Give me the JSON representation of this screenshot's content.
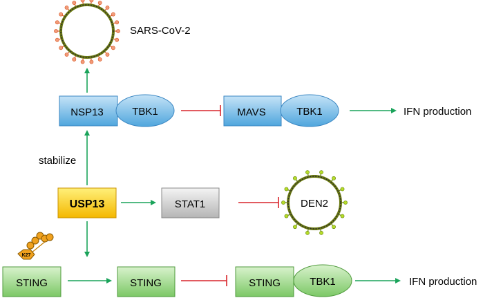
{
  "virus_sars": {
    "label": "SARS-CoV-2"
  },
  "virus_den": {
    "label": "DEN2"
  },
  "nodes": {
    "nsp13": "NSP13",
    "tbk1_top": "TBK1",
    "mavs": "MAVS",
    "tbk1_mavs": "TBK1",
    "usp13": "USP13",
    "stat1": "STAT1",
    "sting_left": "STING",
    "sting_mid": "STING",
    "sting_right": "STING",
    "tbk1_bottom": "TBK1"
  },
  "labels": {
    "stabilize": "stabilize",
    "ifn_top": "IFN production",
    "ifn_bottom": "IFN production",
    "ubiquitin_linkage": "K27"
  },
  "colors": {
    "blue_box": "#66b3e6",
    "green_box": "#8fd17a",
    "yellow_box": "#ffd21a",
    "gray_box": "#d0d0d0",
    "activation_arrow": "#1aa35a",
    "inhibition_line": "#d9252b",
    "ubiquitin": "#f0a11e"
  }
}
